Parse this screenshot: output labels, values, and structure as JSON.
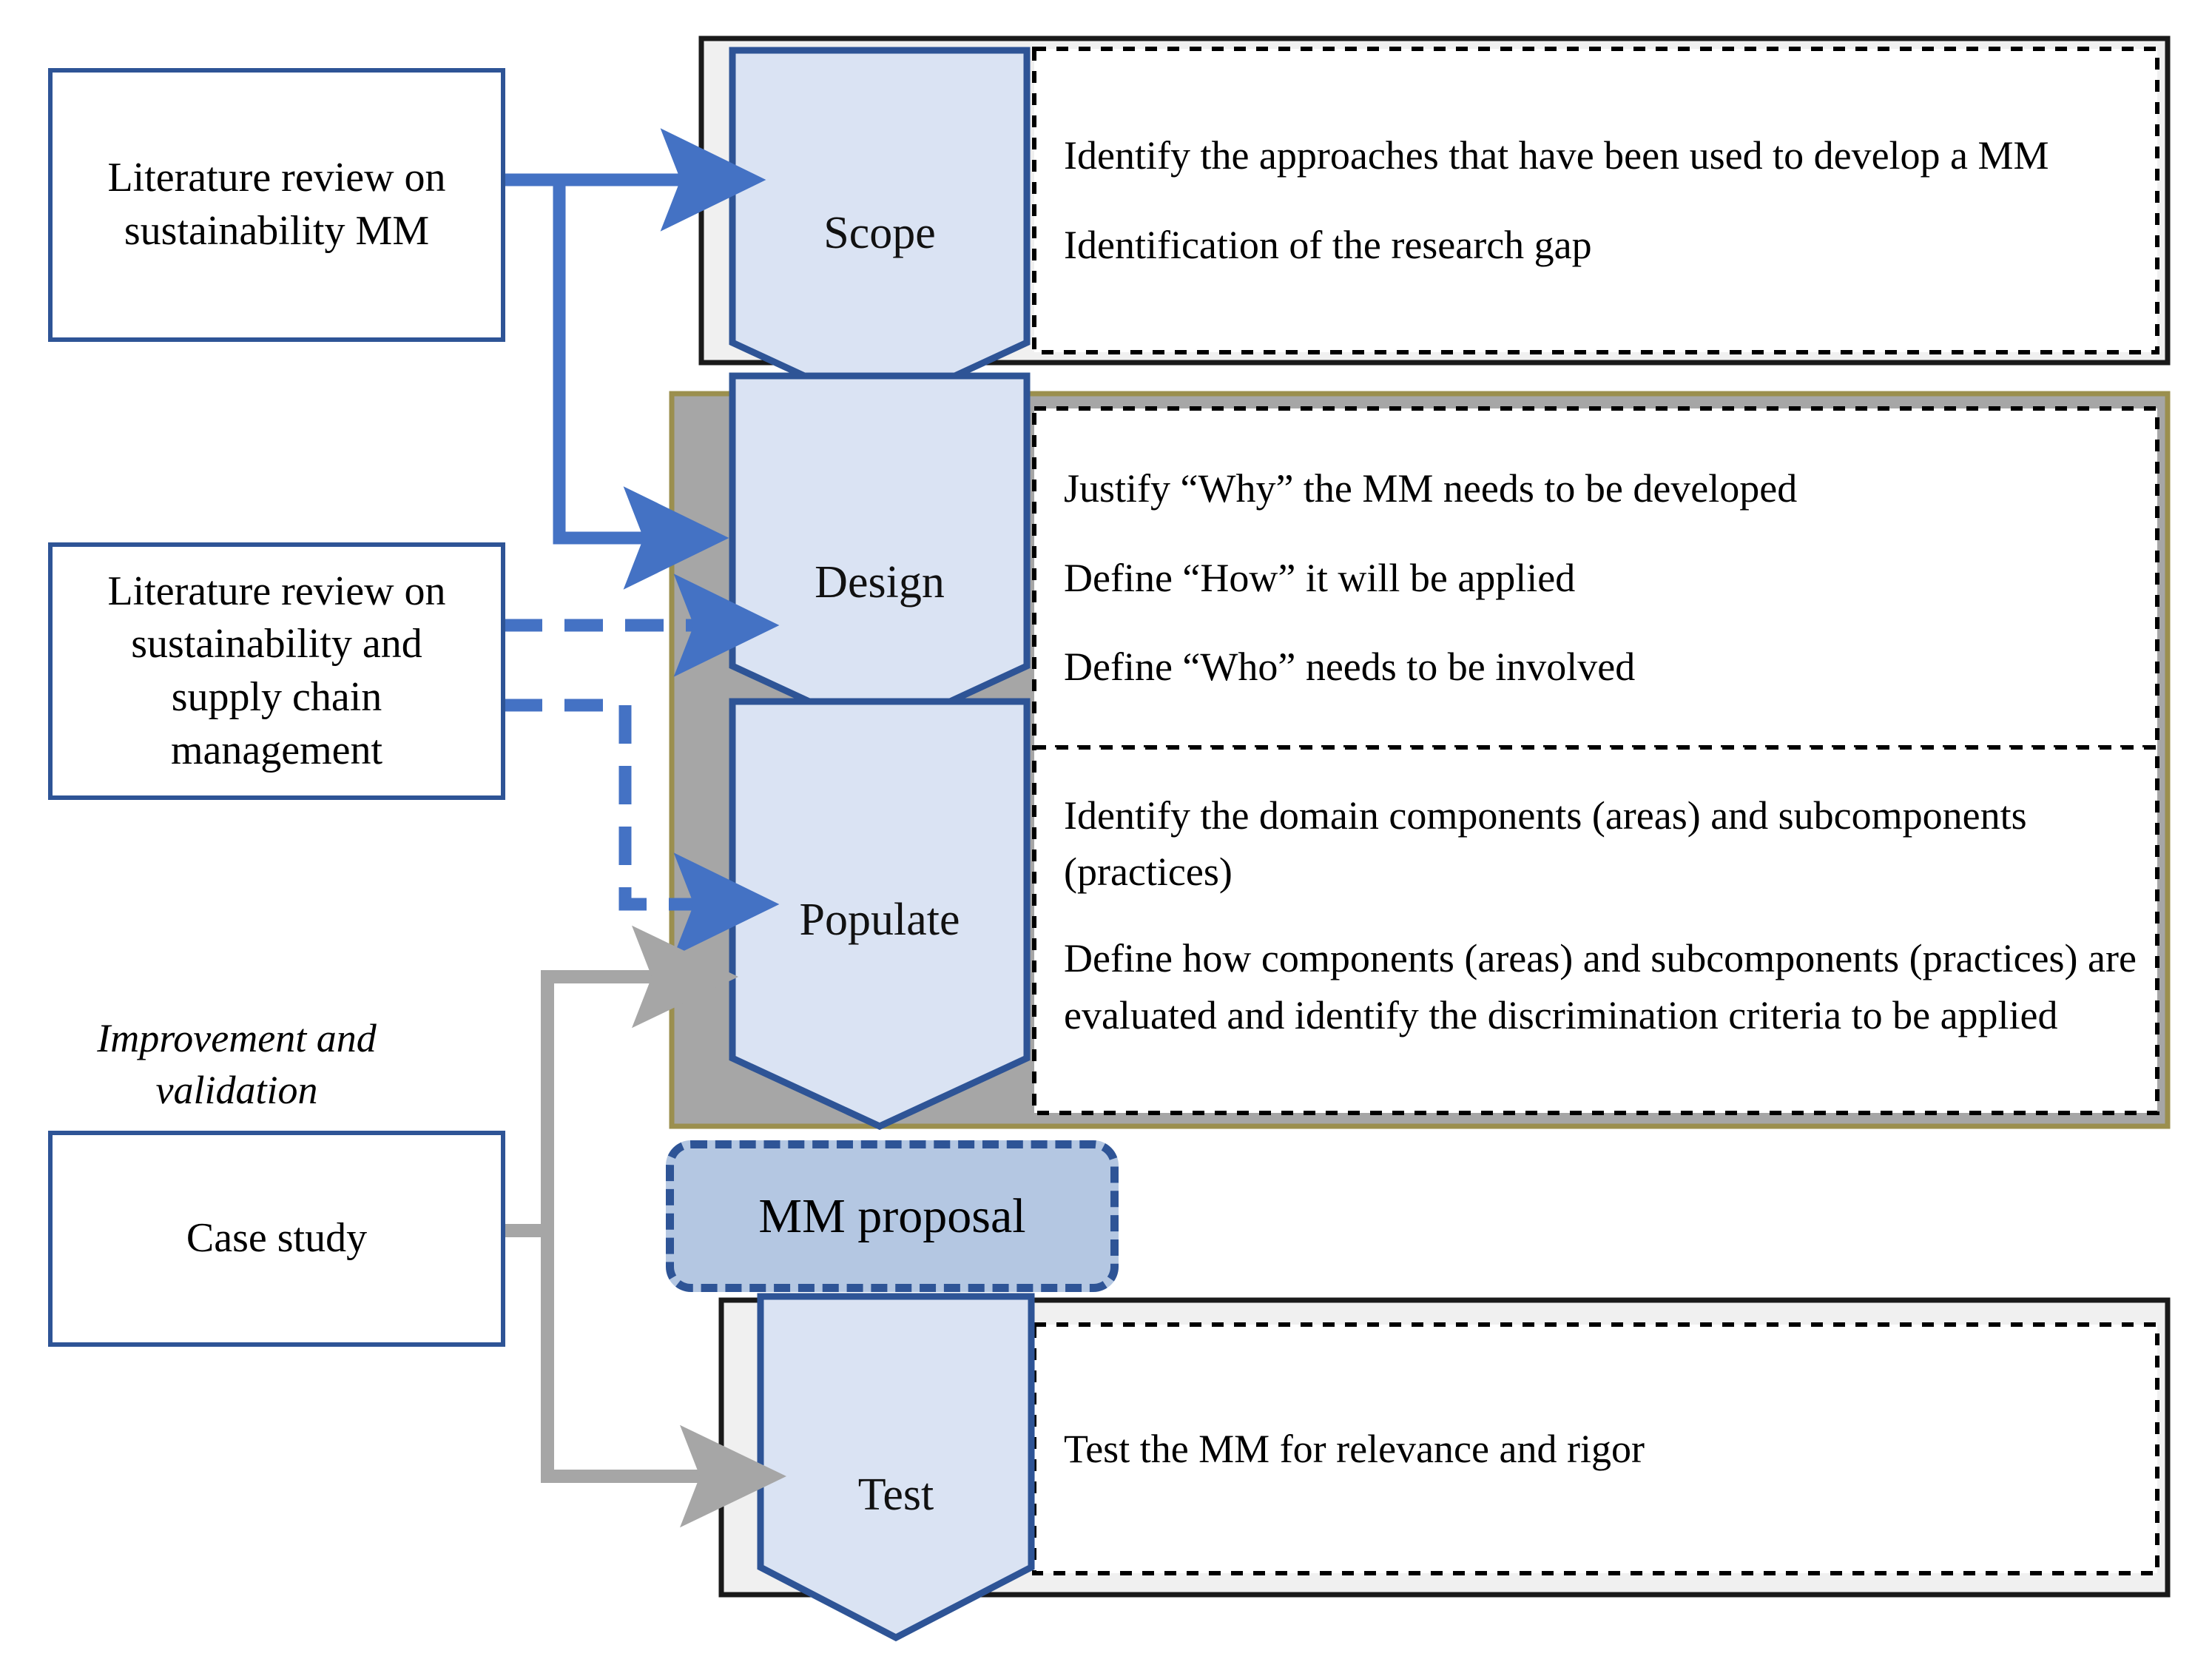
{
  "colors": {
    "accent_blue": "#4472c4",
    "dark_blue_outline": "#2e5496",
    "chevron_fill": "#dae3f3",
    "chevron_stroke": "#2e5496",
    "panel_fill": "#f0f0f0",
    "panel_border": "#000000",
    "gray_band": "#a6a6a6",
    "gray_band_border": "#9b8f4e",
    "gray_arrow": "#a6a6a6",
    "mm_proposal_fill": "#b4c7e2",
    "dotted_border": "#000000"
  },
  "sources": {
    "literature_review_mm": {
      "name": "literature-review-mm-box",
      "text": "Literature review on sustainability MM"
    },
    "literature_review_scm": {
      "name": "literature-review-scm-box",
      "text": "Literature review on sustainability and supply chain management"
    },
    "case_study": {
      "name": "case-study-box",
      "label": "Improvement and validation",
      "text": "Case study"
    }
  },
  "stages": [
    {
      "id": "scope",
      "label": "Scope",
      "descriptions": [
        "Identify the approaches that have been used to develop a MM",
        "Identification of the research gap"
      ]
    },
    {
      "id": "design",
      "label": "Design",
      "descriptions": [
        "Justify “Why” the MM needs to be developed",
        "Define “How” it will be applied",
        "Define “Who” needs to be involved"
      ]
    },
    {
      "id": "populate",
      "label": "Populate",
      "descriptions": [
        "Identify the domain components (areas) and subcomponents (practices)",
        "Define how components (areas) and subcomponents (practices) are evaluated and identify the discrimination criteria to be applied"
      ]
    },
    {
      "id": "test",
      "label": "Test",
      "descriptions": [
        "Test the MM for relevance and rigor"
      ]
    }
  ],
  "artifact": {
    "name": "mm-proposal",
    "label": "MM proposal"
  },
  "connectors": [
    {
      "name": "arrow-lit-mm-to-scope",
      "style": "solid",
      "color": "#4472c4"
    },
    {
      "name": "arrow-lit-mm-to-design",
      "style": "solid",
      "color": "#4472c4"
    },
    {
      "name": "arrow-lit-scm-to-design",
      "style": "dashed",
      "color": "#4472c4"
    },
    {
      "name": "arrow-lit-scm-to-populate",
      "style": "dashed",
      "color": "#4472c4"
    },
    {
      "name": "arrow-case-study-to-populate",
      "style": "solid",
      "color": "#a6a6a6"
    },
    {
      "name": "arrow-case-study-to-test",
      "style": "solid",
      "color": "#a6a6a6"
    }
  ]
}
